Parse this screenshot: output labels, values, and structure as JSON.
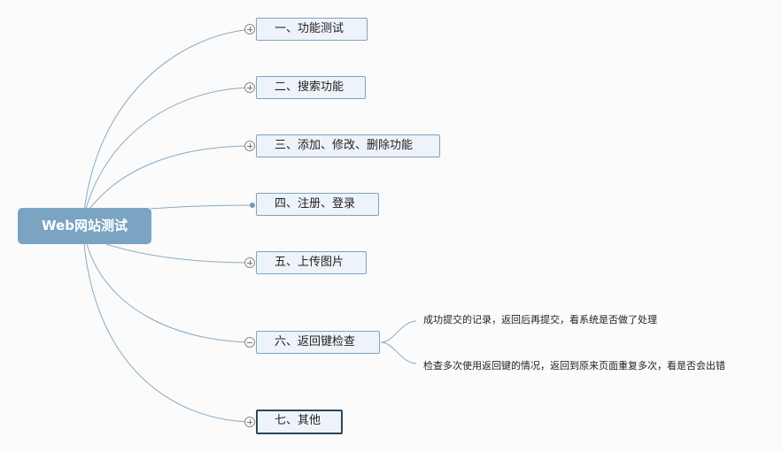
{
  "root": {
    "label": "Web网站测试"
  },
  "branches": [
    {
      "label": "一、功能测试",
      "expanded": false
    },
    {
      "label": "二、搜索功能",
      "expanded": false
    },
    {
      "label": "三、添加、修改、删除功能",
      "expanded": false
    },
    {
      "label": "四、注册、登录",
      "expanded": null
    },
    {
      "label": "五、上传图片",
      "expanded": false
    },
    {
      "label": "六、返回键检查",
      "expanded": true,
      "children": [
        "成功提交的记录，返回后再提交，看系统是否做了处理",
        "检查多次使用返回键的情况，返回到原来页面重复多次，看是否会出错"
      ]
    },
    {
      "label": "七、其他",
      "expanded": false,
      "selected": true
    }
  ],
  "colors": {
    "root_fill": "#7ba4c2",
    "node_fill": "#edf3f8",
    "node_border": "#7ea3bf",
    "link": "#86a9c4",
    "selected_border": "#2f4556"
  }
}
